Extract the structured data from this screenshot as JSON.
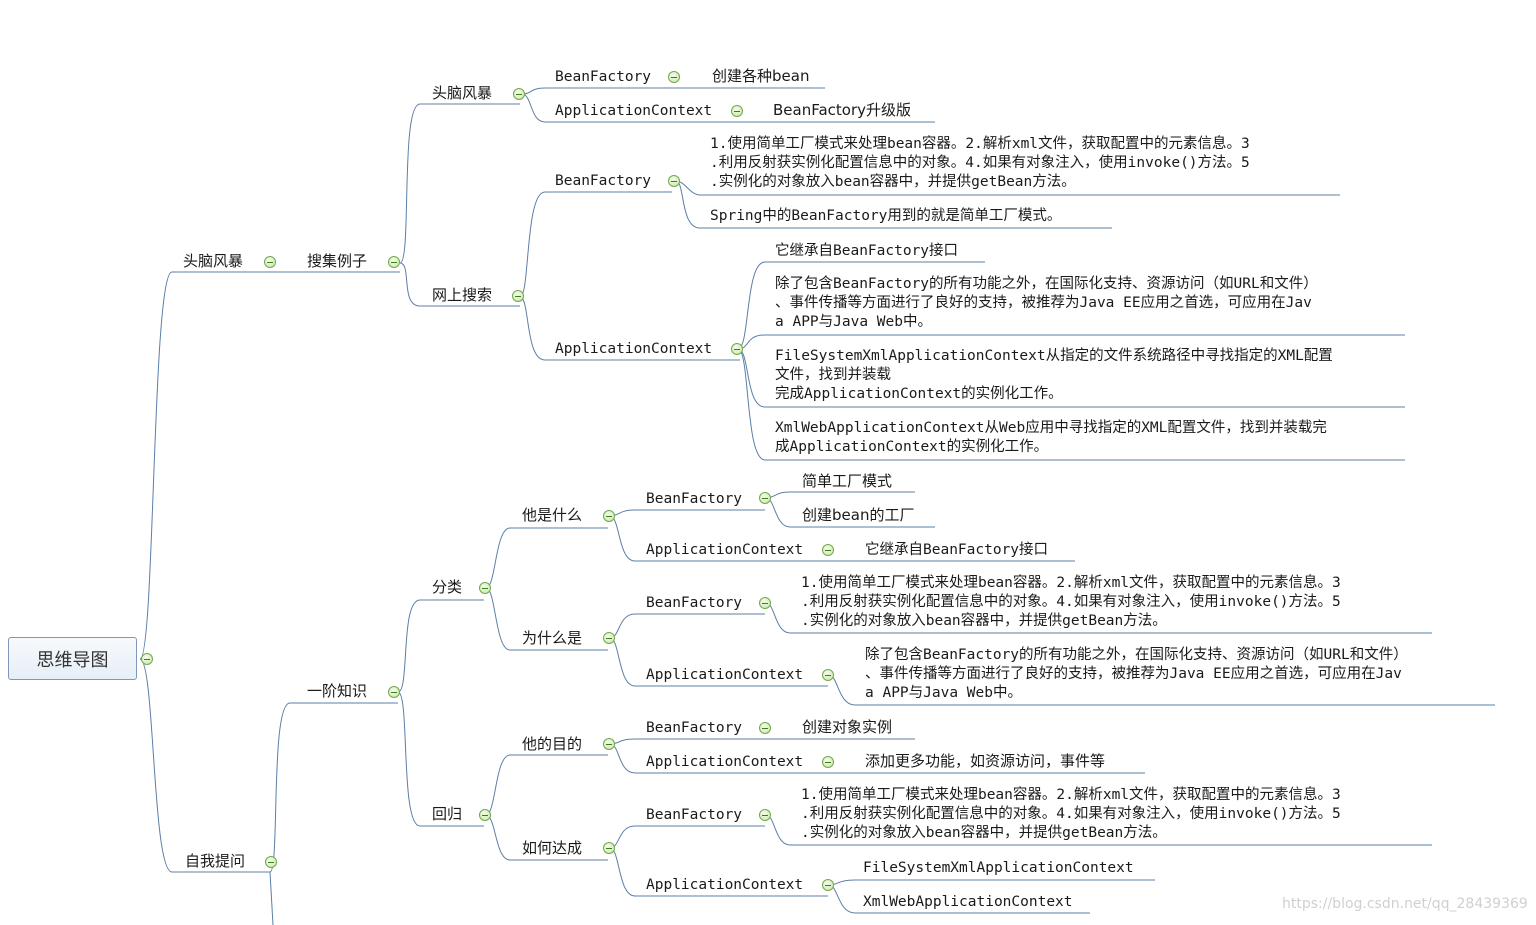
{
  "root": "思维导图",
  "branch1": {
    "label": "头脑风暴",
    "child": "搜集例子",
    "brainstorm": {
      "label": "头脑风暴",
      "beanfactory": "BeanFactory",
      "beanfactory_desc": "创建各种bean",
      "appcontext": "ApplicationContext",
      "appcontext_desc": "BeanFactory升级版"
    },
    "online": {
      "label": "网上搜索",
      "beanfactory": "BeanFactory",
      "bf_desc1": "1.使用简单工厂模式来处理bean容器。2.解析xml文件，获取配置中的元素信息。3\n.利用反射获实例化配置信息中的对象。4.如果有对象注入，使用invoke()方法。5\n.实例化的对象放入bean容器中，并提供getBean方法。",
      "bf_desc2": "Spring中的BeanFactory用到的就是简单工厂模式。",
      "appcontext": "ApplicationContext",
      "ac_desc1": "它继承自BeanFactory接口",
      "ac_desc2": "除了包含BeanFactory的所有功能之外，在国际化支持、资源访问（如URL和文件）\n、事件传播等方面进行了良好的支持，被推荐为Java EE应用之首选，可应用在Jav\na APP与Java Web中。",
      "ac_desc3": "FileSystemXmlApplicationContext从指定的文件系统路径中寻找指定的XML配置\n文件，找到并装载\n完成ApplicationContext的实例化工作。",
      "ac_desc4": "XmlWebApplicationContext从Web应用中寻找指定的XML配置文件，找到并装载完\n成ApplicationContext的实例化工作。"
    }
  },
  "branch2": {
    "label": "自我提问",
    "child": "一阶知识",
    "classify": {
      "label": "分类",
      "what": {
        "label": "他是什么",
        "beanfactory": "BeanFactory",
        "bf_desc1": "简单工厂模式",
        "bf_desc2": "创建bean的工厂",
        "appcontext": "ApplicationContext",
        "ac_desc": "它继承自BeanFactory接口"
      },
      "why": {
        "label": "为什么是",
        "beanfactory": "BeanFactory",
        "bf_desc": "1.使用简单工厂模式来处理bean容器。2.解析xml文件，获取配置中的元素信息。3\n.利用反射获实例化配置信息中的对象。4.如果有对象注入，使用invoke()方法。5\n.实例化的对象放入bean容器中，并提供getBean方法。",
        "appcontext": "ApplicationContext",
        "ac_desc": "除了包含BeanFactory的所有功能之外，在国际化支持、资源访问（如URL和文件）\n、事件传播等方面进行了良好的支持，被推荐为Java EE应用之首选，可应用在Jav\na APP与Java Web中。"
      }
    },
    "regress": {
      "label": "回归",
      "purpose": {
        "label": "他的目的",
        "beanfactory": "BeanFactory",
        "bf_desc": "创建对象实例",
        "appcontext": "ApplicationContext",
        "ac_desc": "添加更多功能，如资源访问，事件等"
      },
      "how": {
        "label": "如何达成",
        "beanfactory": "BeanFactory",
        "bf_desc": "1.使用简单工厂模式来处理bean容器。2.解析xml文件，获取配置中的元素信息。3\n.利用反射获实例化配置信息中的对象。4.如果有对象注入，使用invoke()方法。5\n.实例化的对象放入bean容器中，并提供getBean方法。",
        "appcontext": "ApplicationContext",
        "ac_desc1": "FileSystemXmlApplicationContext",
        "ac_desc2": "XmlWebApplicationContext"
      }
    }
  },
  "watermark": "https://blog.csdn.net/qq_28439369",
  "colors": {
    "line": "#5b7fa6",
    "toggle": "#8bc34a",
    "root_border": "#7f97b8"
  }
}
